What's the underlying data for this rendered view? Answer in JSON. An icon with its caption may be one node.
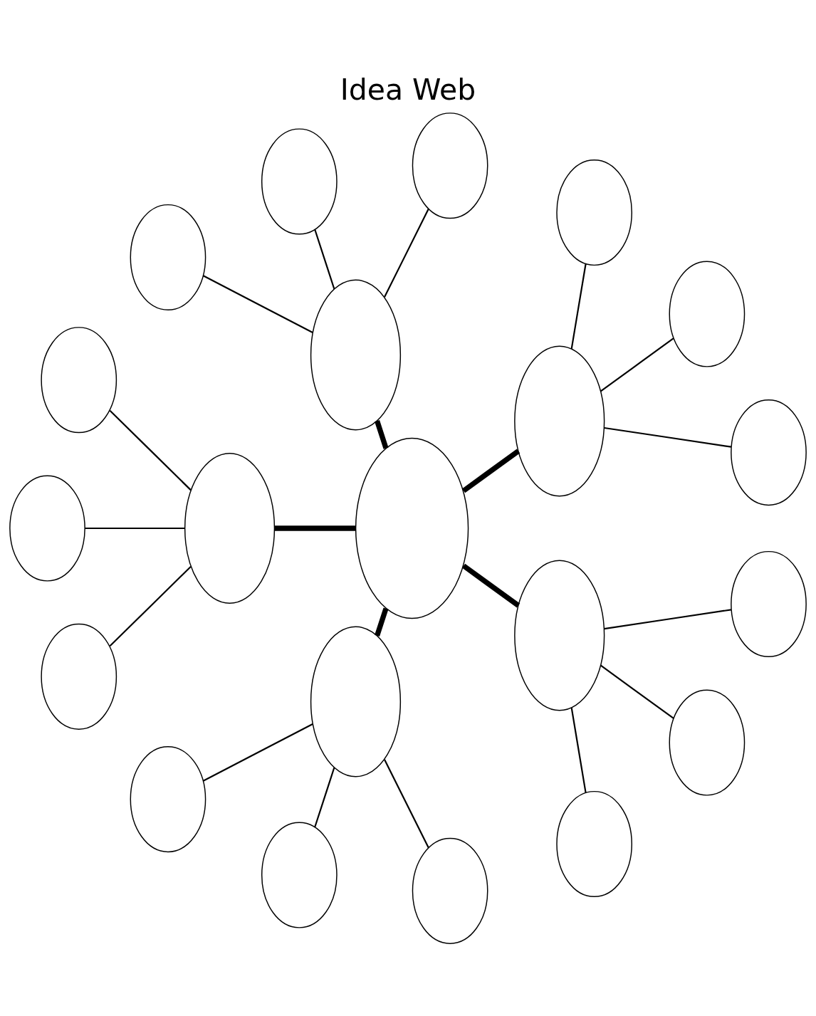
{
  "diagram": {
    "title": "Idea Web",
    "nodes": [
      {
        "text": [],
        "shape": "ellipse"
      },
      {
        "text": [],
        "shape": "ellipse"
      },
      {
        "text": [],
        "shape": "ellipse"
      },
      {
        "text": [],
        "shape": "ellipse"
      },
      {
        "text": [],
        "shape": "ellipse"
      },
      {
        "text": [],
        "shape": "ellipse"
      },
      {
        "text": [],
        "shape": "ellipse"
      },
      {
        "text": [],
        "shape": "ellipse"
      },
      {
        "text": [],
        "shape": "ellipse"
      },
      {
        "text": [],
        "shape": "ellipse"
      },
      {
        "text": [],
        "shape": "ellipse"
      },
      {
        "text": [],
        "shape": "ellipse"
      },
      {
        "text": [],
        "shape": "ellipse"
      },
      {
        "text": [],
        "shape": "ellipse"
      },
      {
        "text": [],
        "shape": "ellipse"
      },
      {
        "text": [],
        "shape": "ellipse"
      },
      {
        "text": [],
        "shape": "ellipse"
      },
      {
        "text": [],
        "shape": "ellipse"
      },
      {
        "text": [],
        "shape": "ellipse"
      },
      {
        "text": [],
        "shape": "ellipse"
      },
      {
        "text": [],
        "shape": "ellipse"
      }
    ],
    "edges": [
      {
        "from": 0,
        "to": 1,
        "arrow": "none",
        "style": "thick"
      },
      {
        "from": 0,
        "to": 2,
        "arrow": "none",
        "style": "thick"
      },
      {
        "from": 0,
        "to": 4,
        "arrow": "none",
        "style": "thick"
      },
      {
        "from": 0,
        "to": 5,
        "arrow": "none",
        "style": "thick"
      },
      {
        "from": 0,
        "to": 3,
        "arrow": "none",
        "style": "thick"
      },
      {
        "from": 1,
        "to": 6,
        "arrow": "none"
      },
      {
        "from": 1,
        "to": 7,
        "arrow": "none"
      },
      {
        "from": 1,
        "to": 8,
        "arrow": "none"
      },
      {
        "from": 2,
        "to": 9,
        "arrow": "none"
      },
      {
        "from": 2,
        "to": 10,
        "arrow": "none"
      },
      {
        "from": 2,
        "to": 11,
        "arrow": "none"
      },
      {
        "from": 4,
        "to": 15,
        "arrow": "none"
      },
      {
        "from": 4,
        "to": 16,
        "arrow": "none"
      },
      {
        "from": 4,
        "to": 17,
        "arrow": "none"
      },
      {
        "from": 5,
        "to": 20,
        "arrow": "none"
      },
      {
        "from": 5,
        "to": 19,
        "arrow": "none"
      },
      {
        "from": 5,
        "to": 18,
        "arrow": "none"
      },
      {
        "from": 3,
        "to": 14,
        "arrow": "none"
      },
      {
        "from": 3,
        "to": 13,
        "arrow": "none"
      },
      {
        "from": 3,
        "to": 12,
        "arrow": "none"
      }
    ]
  }
}
